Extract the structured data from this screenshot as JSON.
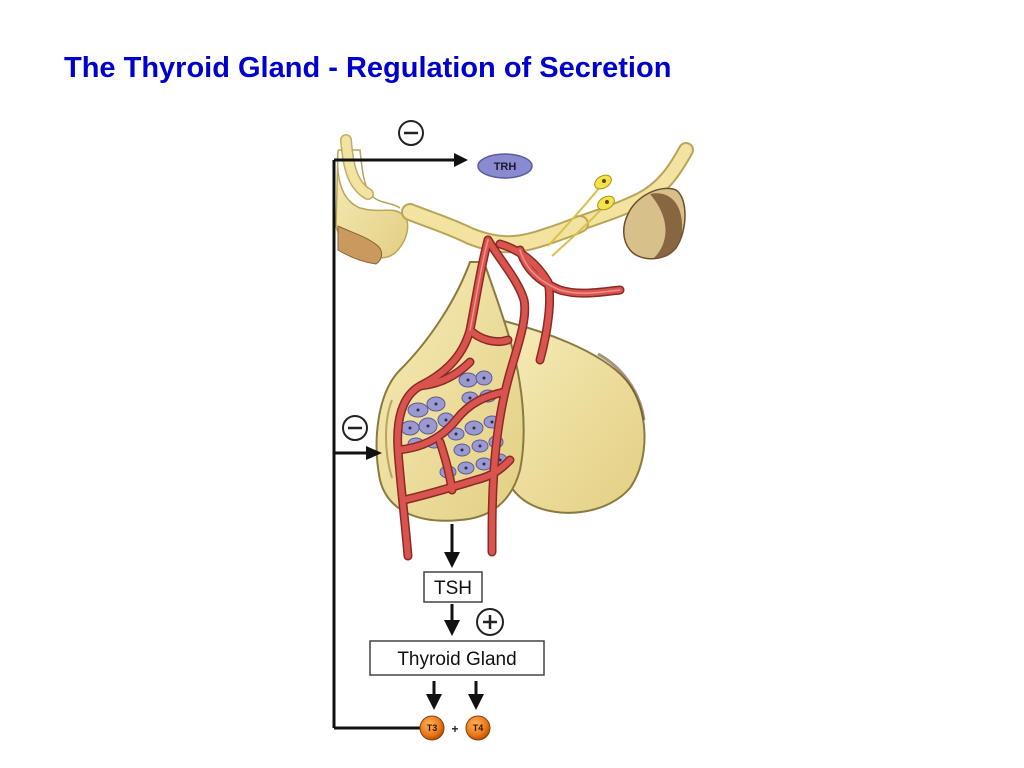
{
  "slide": {
    "title": "The Thyroid Gland - Regulation of Secretion"
  },
  "diagram": {
    "hypothalamic_hormone": "TRH",
    "pituitary_hormone": "TSH",
    "target_gland": "Thyroid Gland",
    "thyroid_hormone_1": "T3",
    "thyroid_hormone_2": "T4",
    "combine_sign": "+",
    "stimulation_sign": "+",
    "inhibition_sign": "−",
    "icons": [
      "inhibition-icon",
      "stimulation-icon",
      "arrow-icon",
      "blood-vessel",
      "pituitary-gland"
    ],
    "colors": {
      "title": "#0000cc",
      "gland_tissue": "#f3e3a0",
      "blood_vessel": "#d9534f",
      "cells": "#9a9ad0",
      "trh_pill": "#8a8ad0",
      "hormone_orb": "#e8781a",
      "feedback_line": "#111111"
    }
  }
}
